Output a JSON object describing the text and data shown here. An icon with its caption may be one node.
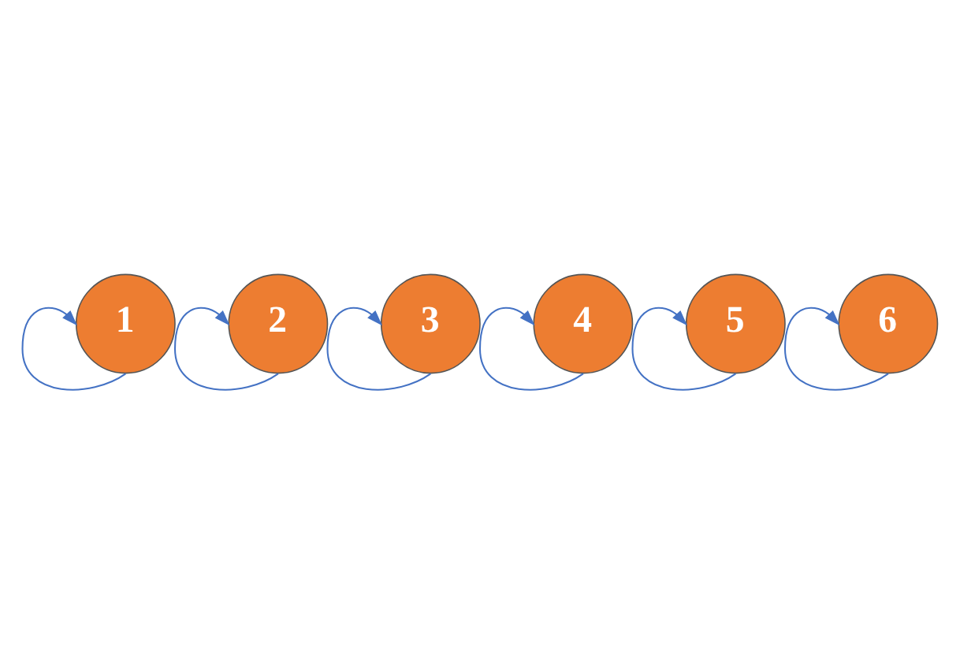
{
  "diagram": {
    "nodes": [
      {
        "text": [
          "1"
        ]
      },
      {
        "text": [
          "2"
        ]
      },
      {
        "text": [
          "3"
        ]
      },
      {
        "text": [
          "4"
        ]
      },
      {
        "text": [
          "5"
        ]
      },
      {
        "text": [
          "6"
        ]
      }
    ],
    "edges": [
      {
        "from": 0,
        "to": 0,
        "arrow": "to"
      },
      {
        "from": 1,
        "to": 1,
        "arrow": "to"
      },
      {
        "from": 2,
        "to": 2,
        "arrow": "to"
      },
      {
        "from": 3,
        "to": 3,
        "arrow": "to"
      },
      {
        "from": 4,
        "to": 4,
        "arrow": "to"
      },
      {
        "from": 5,
        "to": 5,
        "arrow": "to"
      }
    ]
  }
}
